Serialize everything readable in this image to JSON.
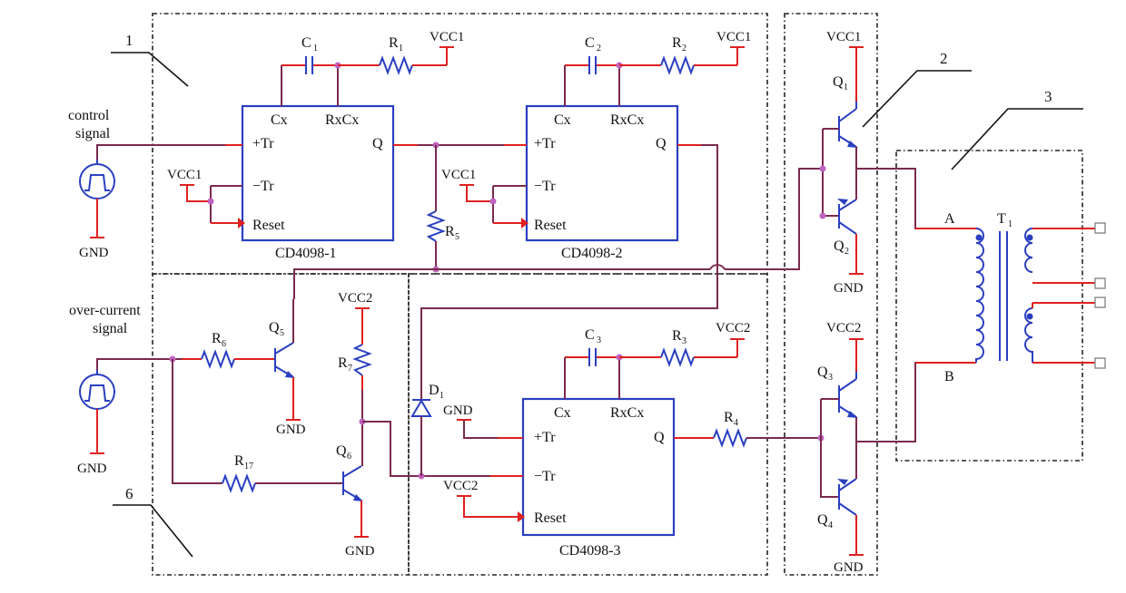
{
  "ics": {
    "ic1": {
      "name": "CD4098-1",
      "cx": "Cx",
      "rxcx": "RxCx",
      "tr_pos": "+Tr",
      "tr_neg": "−Tr",
      "reset": "Reset",
      "q": "Q"
    },
    "ic2": {
      "name": "CD4098-2",
      "cx": "Cx",
      "rxcx": "RxCx",
      "tr_pos": "+Tr",
      "tr_neg": "−Tr",
      "reset": "Reset",
      "q": "Q"
    },
    "ic3": {
      "name": "CD4098-3",
      "cx": "Cx",
      "rxcx": "RxCx",
      "tr_pos": "+Tr",
      "tr_neg": "−Tr",
      "reset": "Reset",
      "q": "Q"
    }
  },
  "signals": {
    "control_1": "control",
    "control_2": "signal",
    "over_1": "over-current",
    "over_2": "signal"
  },
  "supplies": {
    "vcc1": "VCC1",
    "vcc2": "VCC2",
    "gnd": "GND"
  },
  "components": {
    "C": "C",
    "R": "R",
    "Q": "Q",
    "D": "D",
    "T": "T",
    "c1": "1",
    "c2": "2",
    "c3": "3",
    "r1": "1",
    "r2": "2",
    "r3": "3",
    "r4": "4",
    "r5": "5",
    "r6": "6",
    "r7": "7",
    "r17": "17",
    "q1": "1",
    "q2": "2",
    "q3": "3",
    "q4": "4",
    "q5": "5",
    "q6": "6",
    "d1": "1",
    "t1": "1"
  },
  "transformer": {
    "a": "A",
    "b": "B"
  },
  "callouts": {
    "n1": "1",
    "n2": "2",
    "n3": "3",
    "n6": "6"
  }
}
